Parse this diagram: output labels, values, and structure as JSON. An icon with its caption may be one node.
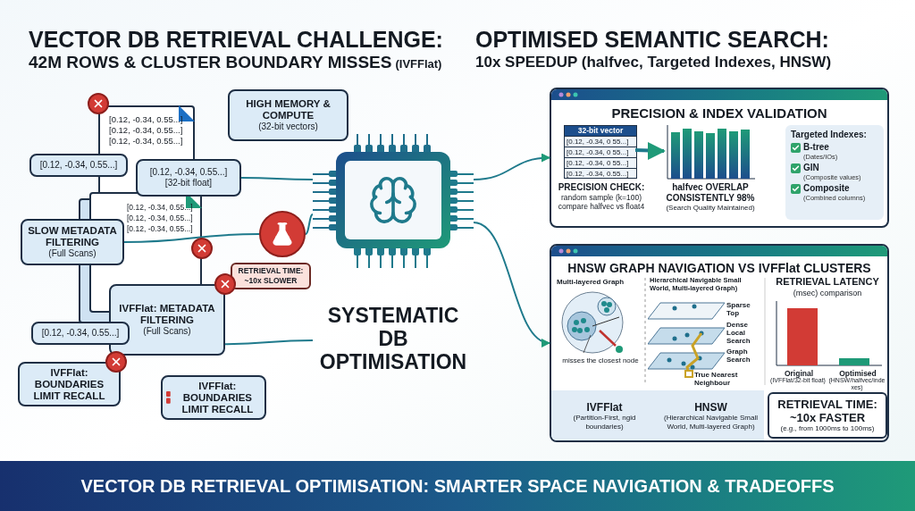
{
  "diagram": {
    "title": "VECTOR DB RETRIEVAL OPTIMISATION: SMARTER SPACE NAVIGATION & TRADEOFFS",
    "nodes": [
      {
        "text": [
          "HIGH MEMORY & COMPUTE",
          "(32-bit vectors)"
        ]
      },
      {
        "text": [
          "[0.12, -0.34, 0.55...]",
          "[32-bit float]"
        ]
      },
      {
        "text": [
          "[0.12, -0.34, 0.55...]"
        ]
      },
      {
        "text": [
          "SLOW METADATA FILTERING",
          "(Full Scans)"
        ]
      },
      {
        "text": [
          "IVFFlat: METADATA FILTERING",
          "(Full Scans)"
        ]
      },
      {
        "text": [
          "[0.12, -0.34, 0.55...]"
        ]
      },
      {
        "text": [
          "IVFFlat: BOUNDARIES LIMIT RECALL"
        ]
      },
      {
        "text": [
          "IVFFlat: BOUNDARIES LIMIT RECALL"
        ]
      },
      {
        "text": [],
        "shape": "circle"
      },
      {
        "text": [
          "RETRIEVAL TIME: ~10x SLOWER"
        ]
      },
      {
        "text": [
          "SYSTEMATIC DB OPTIMISATION"
        ]
      },
      {
        "text": [
          "PRECISION & INDEX VALIDATION"
        ]
      },
      {
        "text": [
          "HNSW GRAPH NAVIGATION VS IVFFlat CLUSTERS"
        ]
      },
      {
        "text": [
          "32-bit vector",
          "[0.12, -0.34, 0 55...]",
          "[0.12, -0.34, 0 55...]",
          "[0.12, -0.34, 0 55...]",
          "[0.12, -0.34, 0.55...]"
        ],
        "in": 11,
        "beside": [
          "PRECISION CHECK:",
          "random sample (k=100) compare halfvec vs float4"
        ]
      },
      {
        "text": [],
        "shape": "picture",
        "in": 11,
        "beside": [
          "halfvec OVERLAP CONSISTENTLY 98%",
          "(Search Quality Maintained)"
        ]
      },
      {
        "text": [
          "Targeted Indexes:",
          "B-tree",
          "(Dates/IOs)",
          "GIN",
          "(Composite values)",
          "Composite",
          "(Combined columns)"
        ],
        "in": 11
      },
      {
        "text": [
          "IVFFlat",
          "(Partition-First, ngid boundaries)",
          "HNSW",
          "(Hierarchical Navigable Small World, Multi-layered Graph)"
        ],
        "in": 12
      },
      {
        "text": [
          "RETRIEVAL TIME: ~10x FASTER",
          "(e.g., from 1000ms to 100ms)"
        ],
        "in": 12
      }
    ],
    "edges": [
      {
        "from": 1,
        "to": 10,
        "arrow": "none"
      },
      {
        "from": 3,
        "to": 8,
        "arrow": "none"
      },
      {
        "from": 8,
        "to": 10,
        "arrow": "none"
      },
      {
        "from": 4,
        "to": 10,
        "arrow": "none"
      },
      {
        "from": 10,
        "to": 11,
        "arrow": "to"
      },
      {
        "from": 10,
        "to": 12,
        "arrow": "to"
      },
      {
        "from": 13,
        "to": 14,
        "arrow": "to",
        "style": "thick"
      }
    ],
    "labels": [
      "VECTOR DB RETRIEVAL CHALLENGE:",
      "42M ROWS & CLUSTER BOUNDARY MISSES",
      "(IVFFlat)",
      "OPTIMISED SEMANTIC SEARCH:",
      "10x SPEEDUP (halfvec, Targeted Indexes, HNSW)",
      "[0.12, -0.34, 0.55...]",
      "[0.12, -0.34, 0.55...]",
      "[0.12, -0.34, 0.55...]",
      "[0.12, -0.34, 0.55...]",
      "[0.12, -0.34, 0.55...]",
      "[0.12, -0.34, 0.55...]",
      "Multi-layered Graph",
      "misses the closest node",
      "Hierarchical Navigable Small World, Multi-layered Graph)",
      "Sparse Top",
      "Dense Local Search",
      "Graph Search",
      "True Nearest Neighbour",
      "RETRIEVAL LATENCY",
      "(msec) comparison",
      "Original",
      "(IVFFlat/32-bit float)",
      "Optimised",
      "(HNSW/halfvec/indexes)"
    ]
  }
}
